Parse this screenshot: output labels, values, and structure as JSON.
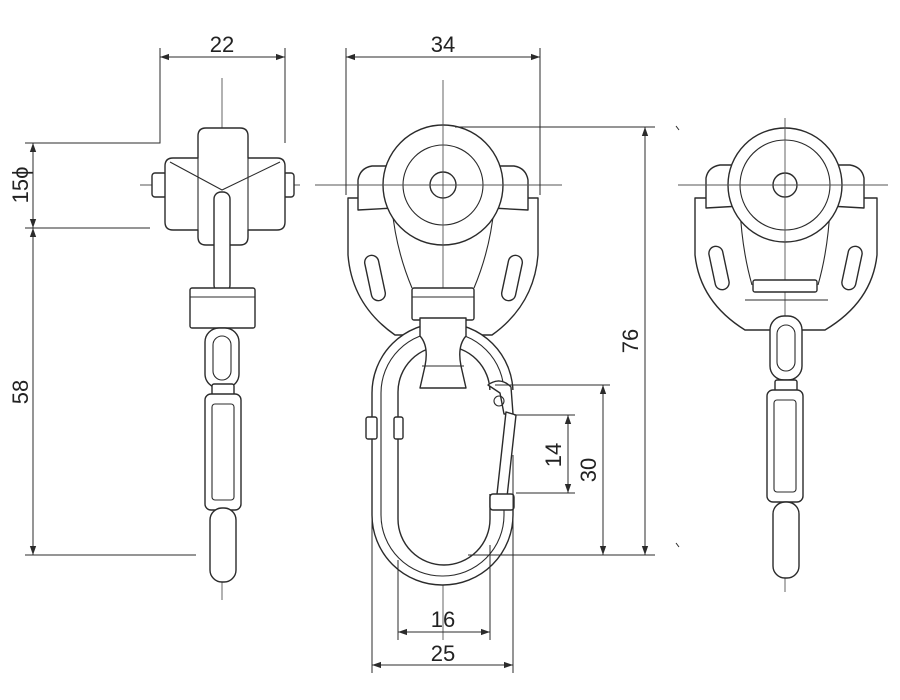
{
  "dimensions": {
    "side_view_width": "22",
    "front_view_width": "34",
    "roller_diameter": "15ϕ",
    "lower_height": "58",
    "overall_height": "76",
    "gate_opening": "14",
    "hook_length": "30",
    "hook_inner_width": "16",
    "hook_outer_width": "25"
  },
  "colors": {
    "line": "#2b2b2b",
    "background": "#ffffff"
  }
}
